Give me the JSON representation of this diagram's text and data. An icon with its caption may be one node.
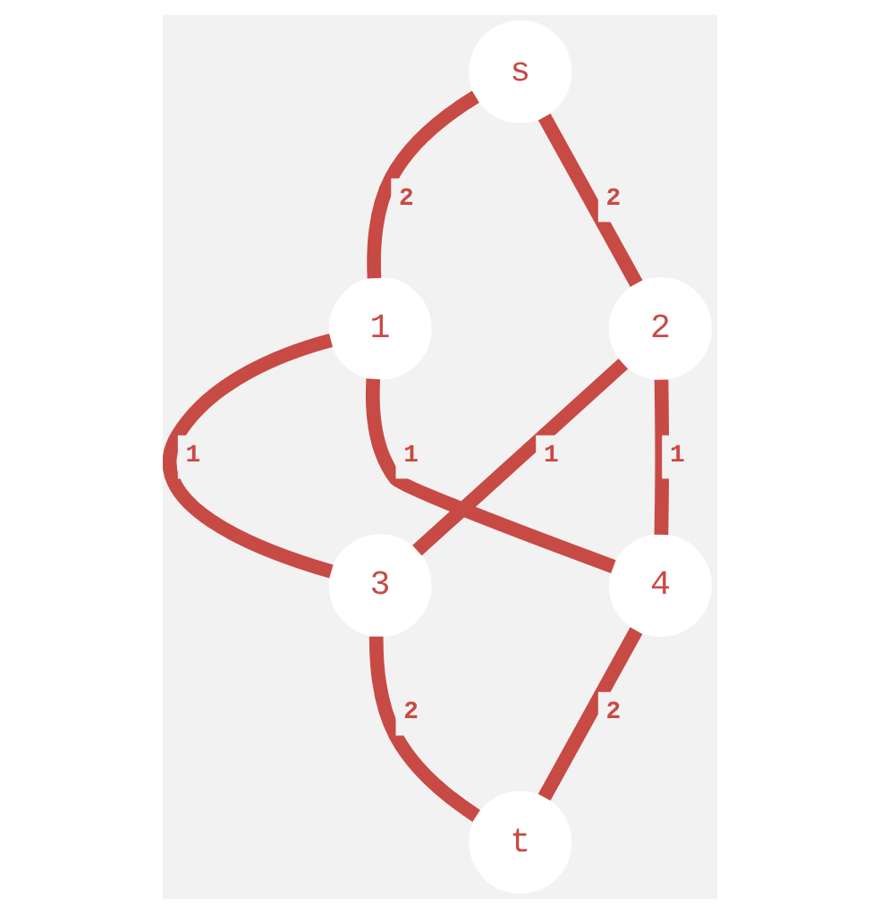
{
  "diagram": {
    "nodes": [
      {
        "text": [
          "s"
        ]
      },
      {
        "text": [
          "1"
        ]
      },
      {
        "text": [
          "2"
        ]
      },
      {
        "text": [
          "3"
        ]
      },
      {
        "text": [
          "4"
        ]
      },
      {
        "text": [
          "t"
        ]
      }
    ],
    "edges": [
      {
        "from": 0,
        "to": 1,
        "arrow": "none",
        "label": "2"
      },
      {
        "from": 0,
        "to": 2,
        "arrow": "none",
        "label": "2"
      },
      {
        "from": 1,
        "to": 3,
        "arrow": "none",
        "label": "1"
      },
      {
        "from": 1,
        "to": 4,
        "arrow": "none",
        "label": "1"
      },
      {
        "from": 2,
        "to": 3,
        "arrow": "none",
        "label": "1"
      },
      {
        "from": 2,
        "to": 4,
        "arrow": "none",
        "label": "1"
      },
      {
        "from": 3,
        "to": 5,
        "arrow": "none",
        "label": "2"
      },
      {
        "from": 4,
        "to": 5,
        "arrow": "none",
        "label": "2"
      }
    ]
  }
}
